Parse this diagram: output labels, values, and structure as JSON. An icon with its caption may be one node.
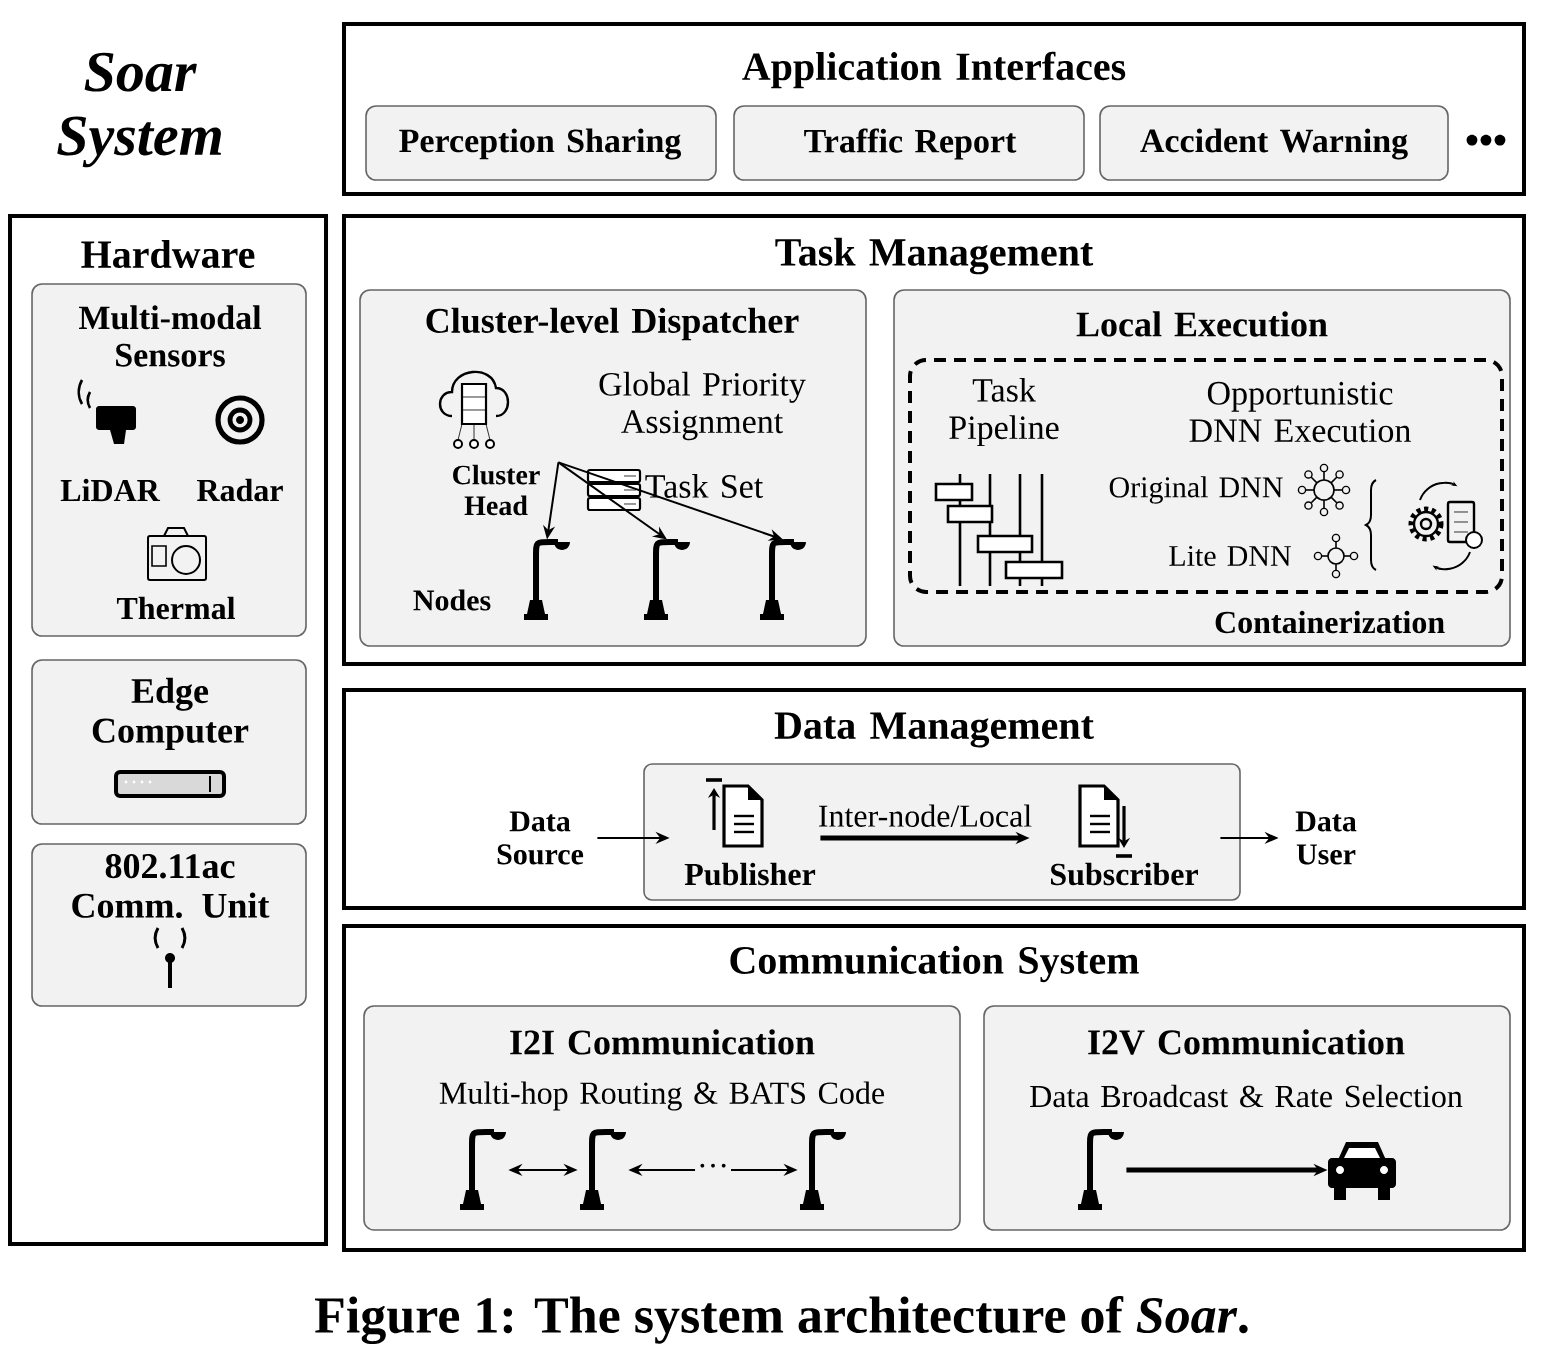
{
  "diagram": {
    "title": "Soar System",
    "caption": "Figure 1: The system architecture of *Soar*.",
    "nodes": [
      {
        "text": [
          "Application Interfaces"
        ]
      },
      {
        "text": [
          "Perception Sharing"
        ],
        "in": 0
      },
      {
        "text": [
          "Traffic Report"
        ],
        "in": 0
      },
      {
        "text": [
          "Accident Warning"
        ],
        "in": 0,
        "beside": [
          "•••"
        ]
      },
      {
        "text": [
          "Hardware"
        ]
      },
      {
        "text": [
          "Multi-modal Sensors",
          "LiDAR",
          "Radar",
          "Thermal"
        ],
        "in": 4
      },
      {
        "text": [
          "Edge Computer"
        ],
        "in": 4
      },
      {
        "text": [
          "802.11ac Comm. Unit"
        ],
        "in": 4
      },
      {
        "text": [
          "Task Management"
        ]
      },
      {
        "text": [
          "Cluster-level Dispatcher",
          "Global Priority Assignment"
        ],
        "in": 8
      },
      {
        "text": [
          "Cluster Head"
        ],
        "in": 9
      },
      {
        "text": [],
        "shape": "picture",
        "in": 9
      },
      {
        "text": [],
        "shape": "picture",
        "in": 9
      },
      {
        "text": [],
        "shape": "picture",
        "in": 9
      },
      {
        "text": [
          "Local Execution"
        ],
        "in": 8
      },
      {
        "text": [
          "Containerization"
        ],
        "in": 14
      },
      {
        "text": [
          "Data Management"
        ]
      },
      {
        "text": [],
        "shape": "box",
        "in": 16
      },
      {
        "text": [
          "Data Source"
        ],
        "in": 16
      },
      {
        "text": [
          "Publisher"
        ],
        "in": 17
      },
      {
        "text": [
          "Subscriber"
        ],
        "in": 17
      },
      {
        "text": [
          "Data User"
        ],
        "in": 16
      },
      {
        "text": [
          "Communication System"
        ]
      },
      {
        "text": [
          "I2I Communication",
          "Multi-hop Routing & BATS Code"
        ],
        "in": 22
      },
      {
        "text": [],
        "shape": "picture",
        "in": 23
      },
      {
        "text": [],
        "shape": "picture",
        "in": 23
      },
      {
        "text": [],
        "shape": "picture",
        "in": 23
      },
      {
        "text": [
          "I2V Communication",
          "Data Broadcast & Rate Selection"
        ],
        "in": 22
      },
      {
        "text": [],
        "shape": "picture",
        "in": 27
      },
      {
        "text": [],
        "shape": "picture",
        "in": 27
      }
    ],
    "edges": [
      {
        "from": 10,
        "to": 11,
        "arrow": "to"
      },
      {
        "from": 10,
        "to": 12,
        "arrow": "to"
      },
      {
        "from": 10,
        "to": 13,
        "arrow": "to"
      },
      {
        "from": 18,
        "to": 19,
        "arrow": "to"
      },
      {
        "from": 19,
        "to": 20,
        "arrow": "to",
        "label": "Inter-node/Local",
        "style": "thick"
      },
      {
        "from": 20,
        "to": 21,
        "arrow": "to"
      },
      {
        "from": 24,
        "to": 25,
        "arrow": "both"
      },
      {
        "from": 25,
        "to": 26,
        "arrow": "both",
        "label": "···"
      },
      {
        "from": 28,
        "to": 29,
        "arrow": "to",
        "style": "thick"
      }
    ],
    "labels": [
      "Task Set",
      "Nodes",
      "Task Pipeline",
      "Opportunistic DNN Execution",
      "Original DNN",
      "Lite DNN"
    ]
  }
}
